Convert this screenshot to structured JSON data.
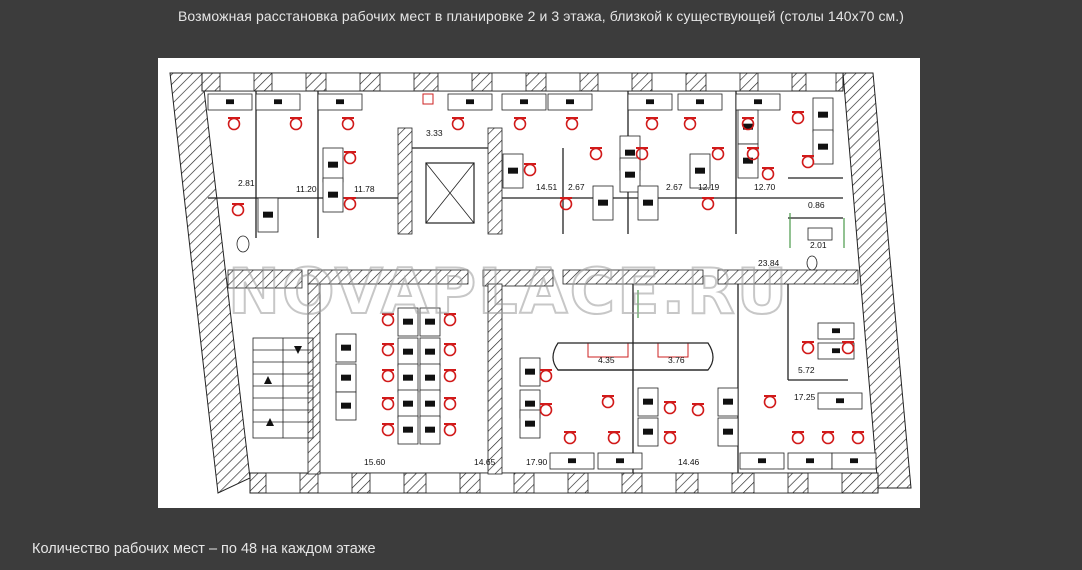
{
  "header": {
    "title": "Возможная расстановка рабочих мест в планировке  2 и 3 этажа, близкой к существующей (столы 140х70 см.)"
  },
  "footer": {
    "text": "Количество рабочих мест – по 48 на каждом этаже"
  },
  "plan": {
    "watermark": "NOVAPLACE.RU",
    "rooms": [
      "3.33",
      "2.81",
      "11.20",
      "11.78",
      "14.51",
      "2.67",
      "2.67",
      "12.19",
      "12.70",
      "0.86",
      "2.01",
      "23.84",
      "4.35",
      "3.76",
      "5.72",
      "17.25",
      "15.60",
      "14.65",
      "17.90",
      "14.46"
    ],
    "colors": {
      "wall": "#1a1a1a",
      "chair": "#d11a1a",
      "accent": "#cc2222",
      "glass": "#4a9a4a"
    }
  }
}
